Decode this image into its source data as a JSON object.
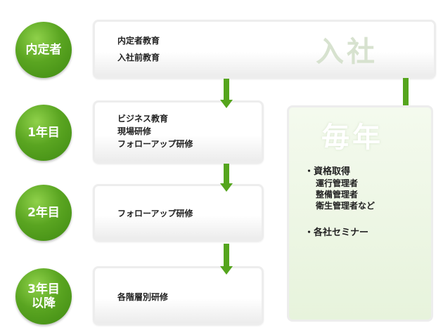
{
  "stages": [
    {
      "label_lines": [
        "内定者"
      ]
    },
    {
      "label_lines": [
        "1年目"
      ]
    },
    {
      "label_lines": [
        "2年目"
      ]
    },
    {
      "label_lines": [
        "3年目",
        "以降"
      ]
    }
  ],
  "boxes": [
    {
      "lines": [
        "内定者教育",
        "入社前教育"
      ],
      "watermark": "入社"
    },
    {
      "lines": [
        "ビジネス教育",
        "現場研修",
        "フォローアップ研修"
      ]
    },
    {
      "lines": [
        "フォローアップ研修"
      ]
    },
    {
      "lines": [
        "各階層別研修"
      ]
    }
  ],
  "annual": {
    "title": "毎年",
    "items": [
      {
        "label": "・資格取得",
        "sub": [
          "運行管理者",
          "整備管理者",
          "衛生管理者など"
        ]
      },
      {
        "label": "・各社セミナー",
        "sub": []
      }
    ]
  },
  "colors": {
    "accent_green": "#55a51d",
    "watermark": "#d7e2cf"
  }
}
